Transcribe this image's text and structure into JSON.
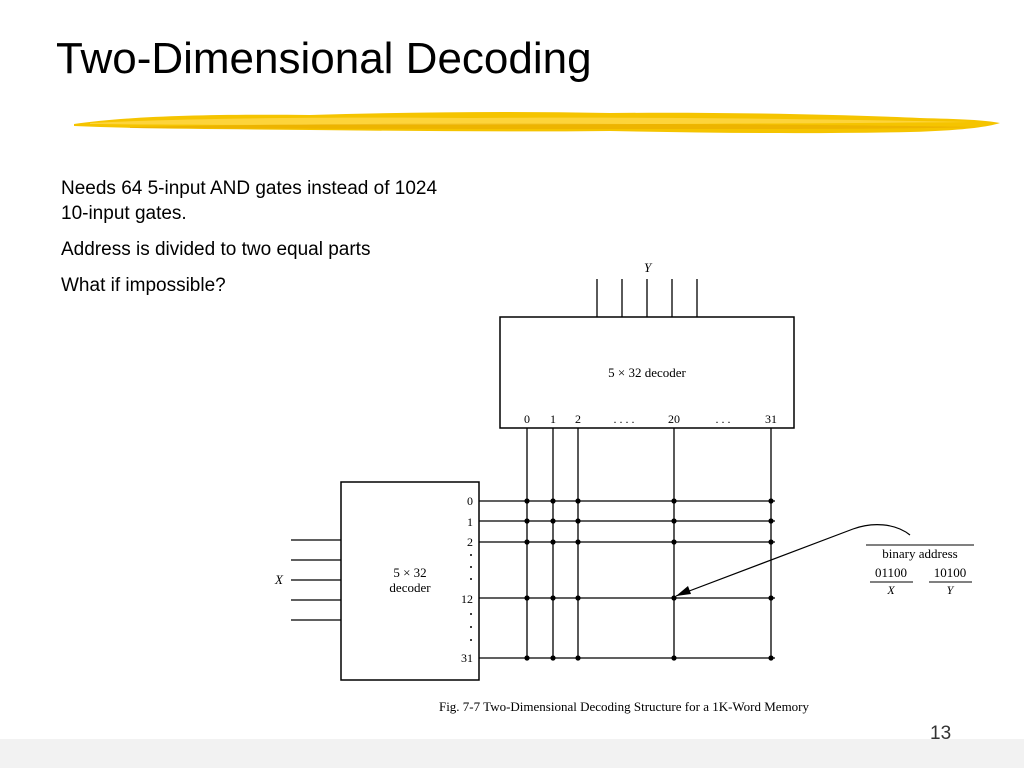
{
  "slide": {
    "title": "Two-Dimensional Decoding",
    "accent_color": "#f5c400",
    "page_number": "13"
  },
  "bullets": [
    {
      "lines": [
        "Needs 64 5-input AND gates instead of 1024",
        "10-input gates."
      ]
    },
    {
      "lines": [
        "Address is divided to two equal parts"
      ]
    },
    {
      "lines": [
        "What if impossible?"
      ]
    }
  ],
  "diagram": {
    "top_decoder": {
      "label": "5 × 32 decoder",
      "input_label": "Y",
      "output_labels": [
        "0",
        "1",
        "2",
        ". . . .",
        "20",
        ". . .",
        "31"
      ]
    },
    "left_decoder": {
      "label_line1": "5 × 32",
      "label_line2": "decoder",
      "input_label": "X",
      "output_labels": [
        "0",
        "1",
        "2",
        "12",
        "31"
      ]
    },
    "annotation": {
      "title": "binary address",
      "x_bits": "01100",
      "y_bits": "10100",
      "x_label": "X",
      "y_label": "Y"
    },
    "caption": "Fig. 7-7  Two-Dimensional Decoding Structure for a 1K-Word Memory"
  }
}
